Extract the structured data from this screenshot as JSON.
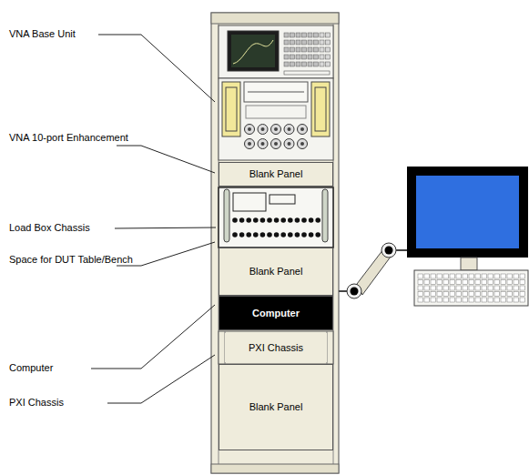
{
  "diagram": {
    "nodes": [
      {
        "text": [
          "Blank Panel"
        ]
      },
      {
        "text": [
          "Blank Panel"
        ]
      },
      {
        "text": [
          "Computer"
        ]
      },
      {
        "text": [
          "PXI Chassis"
        ]
      },
      {
        "text": [
          "Blank Panel"
        ]
      }
    ],
    "labels": [
      "VNA Base Unit",
      "VNA 10-port Enhancement",
      "Load Box Chassis",
      "Space for DUT Table/Bench",
      "Computer",
      "PXI Chassis"
    ]
  }
}
